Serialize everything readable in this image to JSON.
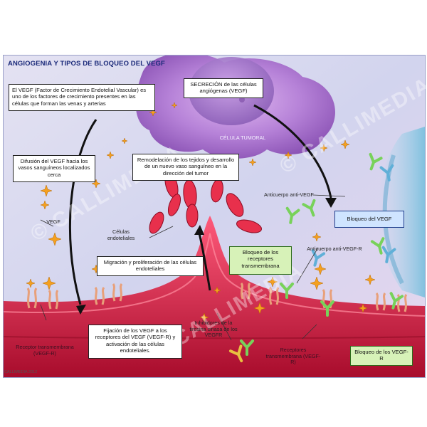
{
  "title": "ANGIOGENIA Y TIPOS DE BLOQUEO DEL VEGF",
  "boxes": {
    "vegf_def": "El VEGF (Factor de Crecimiento Endotelial Vascular) es uno de los factores de crecimiento presentes en las células que forman las venas y arterias",
    "secretion": "SECRECIÓN de las células angiógenas (VEGF)",
    "diffusion": "Difusión del VEGF hacia los vasos sanguíneos localizados cerca",
    "remodel": "Remodelación de los tejidos y desarrollo de un nuevo vaso sanguíneo en la dirección del tumor",
    "migration": "Migración y proliferación de las células endoteliales",
    "fixation": "Fijación de los VEGF a los receptores del VEGF (VEGF-R) y activación de las células endoteliales.",
    "receptor_block": "Bloqueo de los receptores transmembrana",
    "vegf_block": "Bloqueo del VEGF",
    "vegfr_block": "Bloqueo de los VEGF-R"
  },
  "labels": {
    "tumor_cell": "CÉLULA TUMORAL",
    "vegf": "VEGF",
    "endothelial": "Células endoteliales",
    "anti_vegf": "Anticuerpo anti-VEGF",
    "anti_vegfr": "Anticuerpo anti-VEGF-R",
    "tk_inhibitors": "Inhibidores de la tirosina cinasa de los VEGFR",
    "receptor_tm": "Receptor transmembrana (VEGF-R)",
    "receptors_tm": "Receptores transmembrana (VEGF-R)"
  },
  "watermark": "© CALLIMEDIA",
  "footer": "CALLIMEDIA 2012",
  "colors": {
    "background": "#d9dcf0",
    "tumor": "#a474c8",
    "vessel": "#c8143c",
    "vegf": "#f4a020",
    "antibody_green": "#78d25a",
    "receptor": "#e8a07a",
    "box_blue": "#cfe4ff",
    "box_green": "#d7f2b8"
  }
}
